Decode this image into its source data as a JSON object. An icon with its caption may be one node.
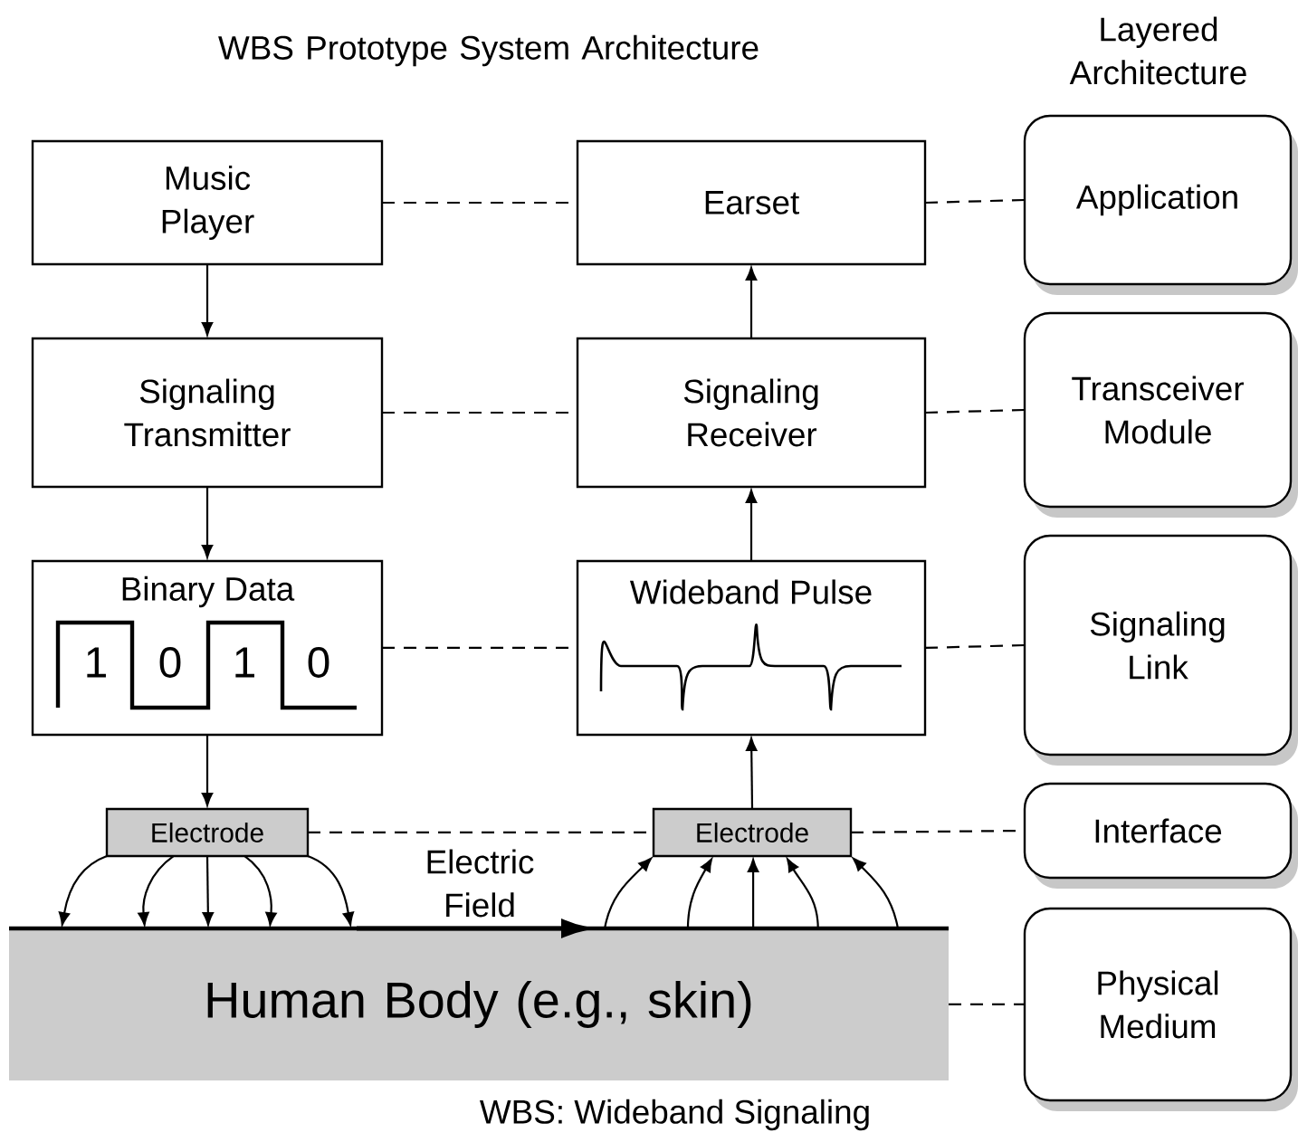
{
  "diagram": {
    "title": "WBS Prototype System Architecture",
    "caption": "WBS: Wideband Signaling",
    "nodes": [
      {
        "text": [
          "Music Player"
        ]
      },
      {
        "text": [
          "Earset"
        ]
      },
      {
        "text": [
          "Application"
        ]
      },
      {
        "text": [
          "Signaling Transmitter"
        ]
      },
      {
        "text": [
          "Signaling Receiver"
        ]
      },
      {
        "text": [
          "Transceiver Module"
        ]
      },
      {
        "text": [
          "Binary Data",
          "1",
          "0",
          "1",
          "0"
        ]
      },
      {
        "text": [
          "Wideband Pulse"
        ]
      },
      {
        "text": [
          "Signaling Link"
        ]
      },
      {
        "text": [
          "Electrode"
        ]
      },
      {
        "text": [
          "Electrode"
        ]
      },
      {
        "text": [
          "Interface"
        ]
      },
      {
        "text": [
          "Human Body (e.g., skin)"
        ]
      },
      {
        "text": [
          "Physical Medium"
        ]
      }
    ],
    "edges": [
      {
        "from": 0,
        "to": 3,
        "arrow": "to"
      },
      {
        "from": 3,
        "to": 6,
        "arrow": "to"
      },
      {
        "from": 6,
        "to": 9,
        "arrow": "to"
      },
      {
        "from": 10,
        "to": 7,
        "arrow": "to"
      },
      {
        "from": 7,
        "to": 4,
        "arrow": "to"
      },
      {
        "from": 4,
        "to": 1,
        "arrow": "to"
      },
      {
        "from": 0,
        "to": 1,
        "arrow": "none",
        "style": "dashed"
      },
      {
        "from": 1,
        "to": 2,
        "arrow": "none",
        "style": "dashed"
      },
      {
        "from": 3,
        "to": 4,
        "arrow": "none",
        "style": "dashed"
      },
      {
        "from": 4,
        "to": 5,
        "arrow": "none",
        "style": "dashed"
      },
      {
        "from": 6,
        "to": 7,
        "arrow": "none",
        "style": "dashed"
      },
      {
        "from": 7,
        "to": 8,
        "arrow": "none",
        "style": "dashed"
      },
      {
        "from": 9,
        "to": 10,
        "arrow": "none",
        "style": "dashed"
      },
      {
        "from": 10,
        "to": 11,
        "arrow": "none",
        "style": "dashed"
      },
      {
        "from": 12,
        "to": 13,
        "arrow": "none",
        "style": "dashed"
      },
      {
        "from": 9,
        "to": 12,
        "arrow": "to"
      },
      {
        "from": 9,
        "to": 12,
        "arrow": "to"
      },
      {
        "from": 9,
        "to": 12,
        "arrow": "to"
      },
      {
        "from": 9,
        "to": 12,
        "arrow": "to"
      },
      {
        "from": 9,
        "to": 12,
        "arrow": "to"
      },
      {
        "from": 12,
        "to": 10,
        "arrow": "to"
      },
      {
        "from": 12,
        "to": 10,
        "arrow": "to"
      },
      {
        "from": 12,
        "to": 10,
        "arrow": "to"
      },
      {
        "from": 12,
        "to": 10,
        "arrow": "to"
      },
      {
        "from": 12,
        "to": 10,
        "arrow": "to"
      }
    ],
    "labels": [
      "Layered Architecture",
      "Electric Field"
    ]
  }
}
